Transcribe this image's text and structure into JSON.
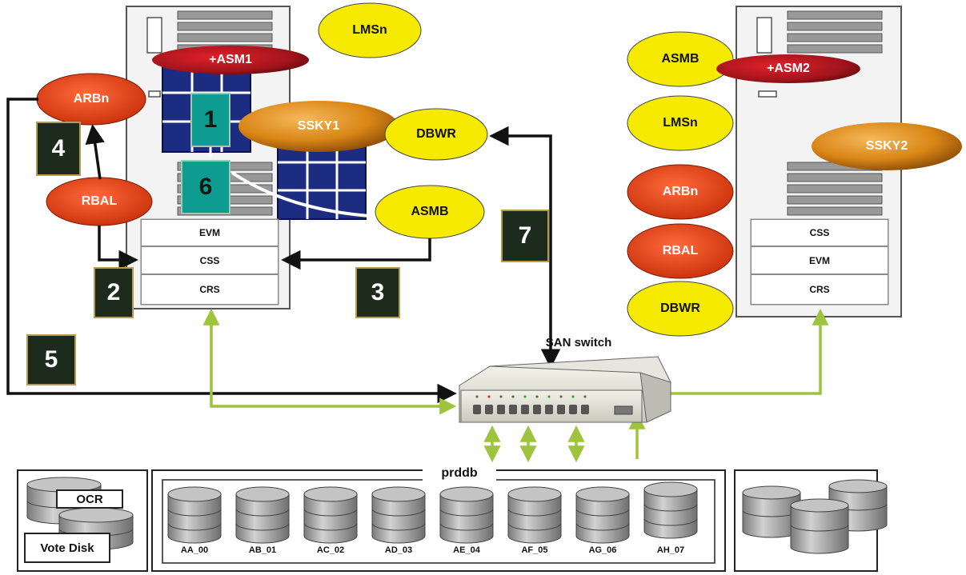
{
  "left_node": {
    "processes": {
      "lmsn": "LMSn",
      "asm_instance": "+ASM1",
      "arbn": "ARBn",
      "rbal": "RBAL",
      "db_instance": "SSKY1",
      "dbwr": "DBWR",
      "asmb": "ASMB"
    },
    "stack": [
      "EVM",
      "CSS",
      "CRS"
    ]
  },
  "right_node": {
    "processes": {
      "asmb": "ASMB",
      "asm_instance": "+ASM2",
      "lmsn": "LMSn",
      "db_instance": "SSKY2",
      "arbn": "ARBn",
      "rbal": "RBAL",
      "dbwr": "DBWR"
    },
    "stack": [
      "CSS",
      "EVM",
      "CRS"
    ]
  },
  "steps": [
    "1",
    "2",
    "3",
    "4",
    "5",
    "6",
    "7"
  ],
  "switch_label": "SAN switch",
  "diskgroup": {
    "name": "prddb",
    "disks": [
      "AA_00",
      "AB_01",
      "AC_02",
      "AD_03",
      "AE_04",
      "AF_05",
      "AG_06",
      "AH_07"
    ]
  },
  "cluster_files": {
    "ocr": "OCR",
    "vote_disk": "Vote Disk"
  },
  "colors": {
    "red_process": "#d83a16",
    "yellow_process": "#f5ea00",
    "orange_instance": "#d4820c",
    "arrow": "#111111",
    "san_link": "#9dc43c",
    "badge": "#1d2b1c",
    "badge_teal": "#0e9b92"
  }
}
